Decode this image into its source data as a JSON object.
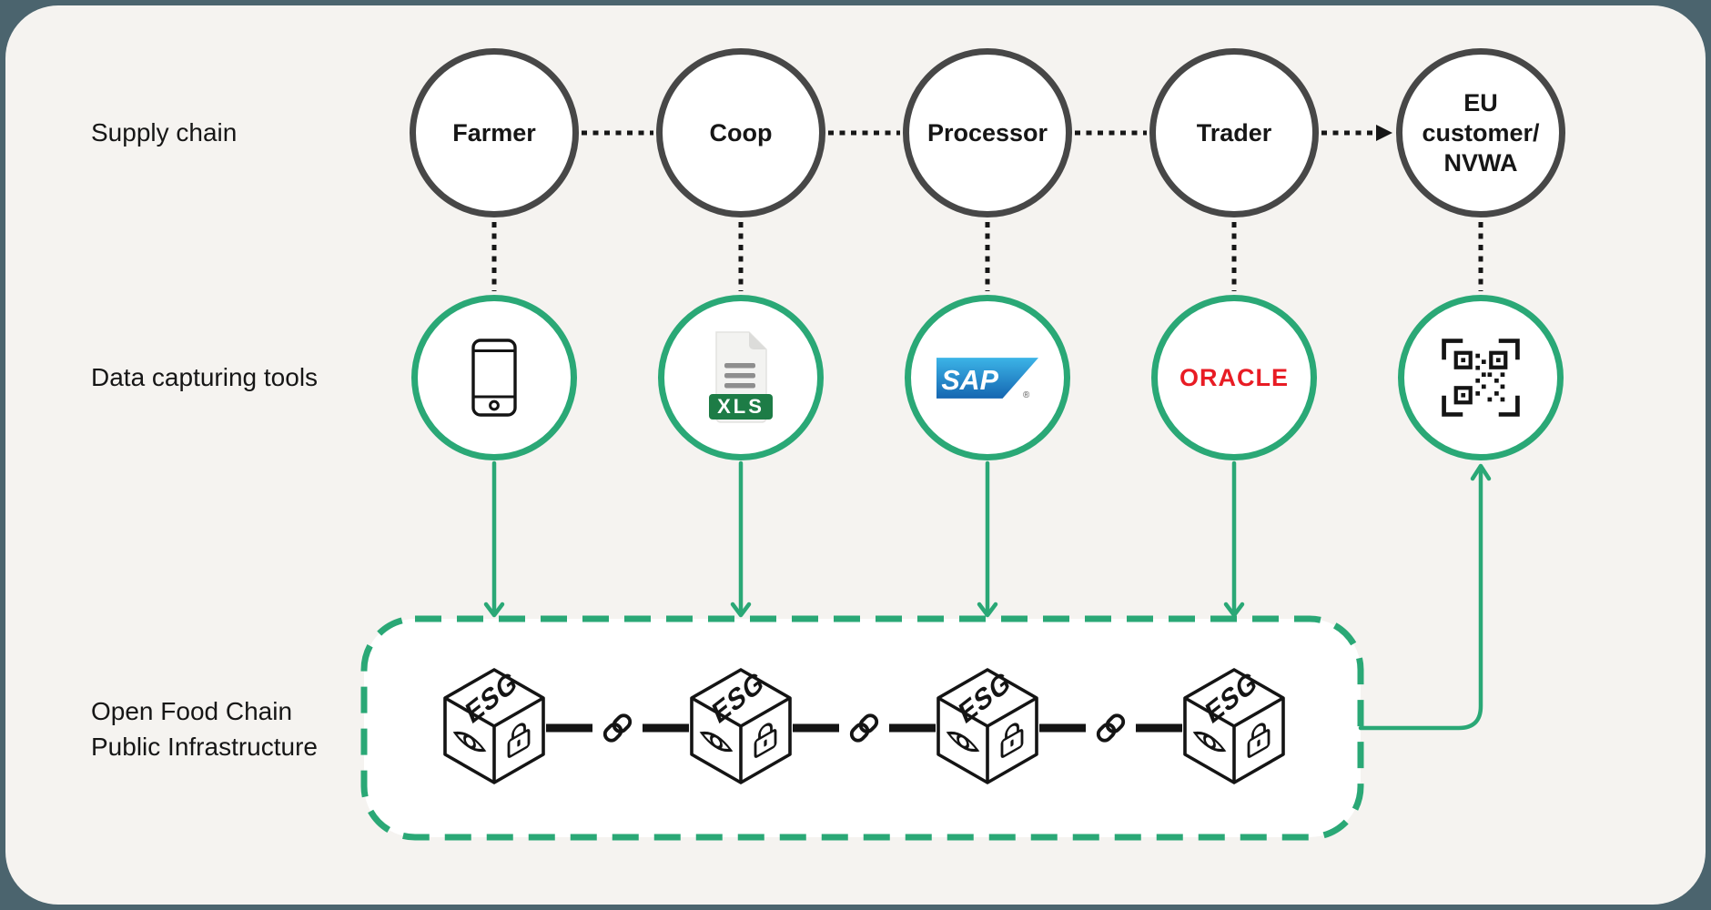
{
  "colors": {
    "outer_background": "#4b646e",
    "panel_background": "#f5f3f0",
    "accent_green": "#2aa876",
    "supply_node_border": "#474747",
    "ink": "#161616",
    "sap_blue_top": "#3cb4e7",
    "sap_blue_bottom": "#1566b1",
    "oracle_red": "#e81c24",
    "xls_badge_green": "#1d7c46"
  },
  "row_labels": {
    "supply_chain": "Supply chain",
    "data_capturing_tools": "Data capturing tools",
    "infrastructure_line1": "Open Food Chain",
    "infrastructure_line2": "Public Infrastructure"
  },
  "supply_chain_nodes": [
    {
      "label": "Farmer"
    },
    {
      "label": "Coop"
    },
    {
      "label": "Processor"
    },
    {
      "label": "Trader"
    },
    {
      "label": "EU customer/ NVWA"
    }
  ],
  "data_tool_nodes": [
    {
      "icon": "smartphone-icon"
    },
    {
      "icon": "xls-file-icon",
      "badge_text": "XLS"
    },
    {
      "icon": "sap-logo",
      "logo_text": "SAP",
      "registered_mark": "®"
    },
    {
      "icon": "oracle-logo",
      "logo_text": "ORACLE"
    },
    {
      "icon": "qr-code-icon"
    }
  ],
  "infrastructure": {
    "cube_label": "ESG",
    "cube_count": 4,
    "cube_face_icons": [
      "eye-icon",
      "padlock-icon"
    ],
    "connector_icon": "chain-link-icon"
  }
}
